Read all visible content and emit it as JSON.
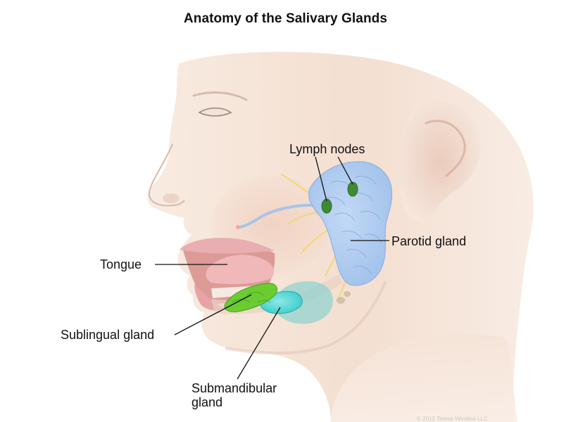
{
  "title": "Anatomy of the Salivary Glands",
  "labels": {
    "lymph_nodes": "Lymph nodes",
    "parotid_gland": "Parotid gland",
    "tongue": "Tongue",
    "sublingual_gland": "Sublingual gland",
    "submandibular_line1": "Submandibular",
    "submandibular_line2": "gland"
  },
  "colors": {
    "skin": "#f6e4d8",
    "skin_shadow": "#ebcdbd",
    "parotid_gland": "#a9c8ef",
    "lymph_node": "#3f8a33",
    "sublingual_gland": "#6acc31",
    "submandibular_gland": "#48d7d5",
    "nerve": "#f2d77a",
    "duct": "#a8c4e7",
    "lip": "#e8a5a8"
  },
  "credit": "© 2012 Terese Winslow LLC"
}
